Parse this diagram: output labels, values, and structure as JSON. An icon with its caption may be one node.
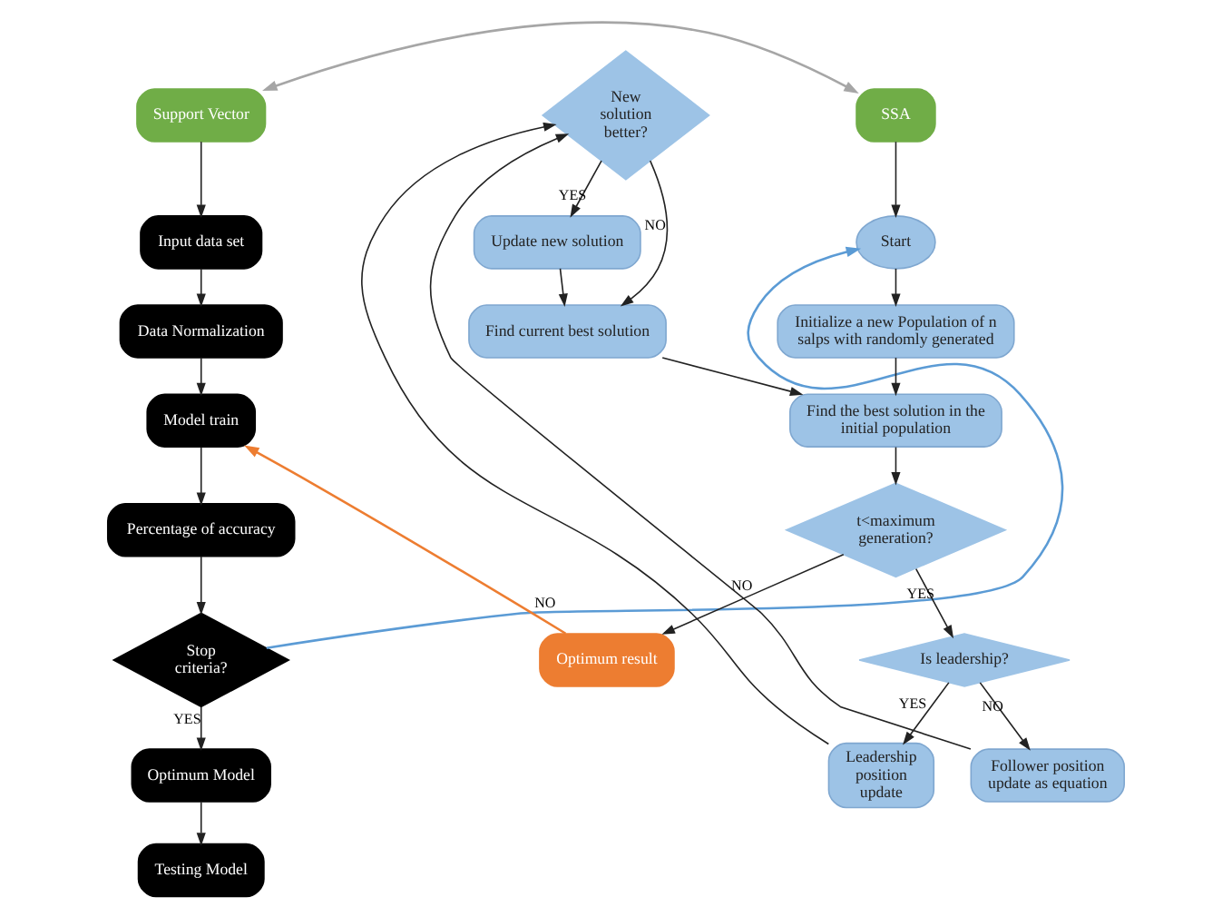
{
  "diagram": {
    "nodes": [
      {
        "text": [
          "Support Vector"
        ]
      },
      {
        "text": [
          "SSA"
        ]
      },
      {
        "text": [
          "Input data set"
        ]
      },
      {
        "text": [
          "Data Normalization"
        ]
      },
      {
        "text": [
          "Model train"
        ]
      },
      {
        "text": [
          "Percentage of accuracy"
        ]
      },
      {
        "text": [
          "Stop criteria?"
        ]
      },
      {
        "text": [
          "Optimum Model"
        ]
      },
      {
        "text": [
          "Testing Model"
        ]
      },
      {
        "text": [
          "Start"
        ]
      },
      {
        "text": [
          "Initialize a new Population of n salps with randomly generated"
        ]
      },
      {
        "text": [
          "Find the best solution in the initial population"
        ]
      },
      {
        "text": [
          "t<maximum generation?"
        ]
      },
      {
        "text": [
          "Optimum result"
        ]
      },
      {
        "text": [
          "Is leadership?"
        ]
      },
      {
        "text": [
          "Leadership position update"
        ]
      },
      {
        "text": [
          "Follower position update as equation"
        ]
      },
      {
        "text": [
          "New solution better?"
        ]
      },
      {
        "text": [
          "Update new solution"
        ]
      },
      {
        "text": [
          "Find current best solution"
        ]
      }
    ],
    "edges": [
      {
        "from": 0,
        "to": 1,
        "arrow": "both",
        "color": "#a6a6a6"
      },
      {
        "from": 0,
        "to": 2,
        "arrow": "to"
      },
      {
        "from": 2,
        "to": 3,
        "arrow": "to"
      },
      {
        "from": 3,
        "to": 4,
        "arrow": "to"
      },
      {
        "from": 4,
        "to": 5,
        "arrow": "to"
      },
      {
        "from": 5,
        "to": 6,
        "arrow": "to"
      },
      {
        "from": 6,
        "to": 7,
        "arrow": "to",
        "label": "YES"
      },
      {
        "from": 7,
        "to": 8,
        "arrow": "to"
      },
      {
        "from": 6,
        "to": 9,
        "arrow": "to",
        "label": "NO",
        "color": "#5b9bd5"
      },
      {
        "from": 1,
        "to": 9,
        "arrow": "to"
      },
      {
        "from": 9,
        "to": 10,
        "arrow": "to"
      },
      {
        "from": 10,
        "to": 11,
        "arrow": "to"
      },
      {
        "from": 11,
        "to": 12,
        "arrow": "to"
      },
      {
        "from": 12,
        "to": 14,
        "arrow": "to",
        "label": "YES"
      },
      {
        "from": 12,
        "to": 13,
        "arrow": "to",
        "label": "NO"
      },
      {
        "from": 13,
        "to": 4,
        "arrow": "to",
        "color": "#ed7d31"
      },
      {
        "from": 14,
        "to": 15,
        "arrow": "to",
        "label": "YES"
      },
      {
        "from": 14,
        "to": 16,
        "arrow": "to",
        "label": "NO"
      },
      {
        "from": 15,
        "to": 17,
        "arrow": "to"
      },
      {
        "from": 16,
        "to": 17,
        "arrow": "to"
      },
      {
        "from": 17,
        "to": 18,
        "arrow": "to",
        "label": "YES"
      },
      {
        "from": 17,
        "to": 19,
        "arrow": "to",
        "label": "NO"
      },
      {
        "from": 18,
        "to": 19,
        "arrow": "to"
      },
      {
        "from": 19,
        "to": 11,
        "arrow": "to"
      }
    ]
  }
}
